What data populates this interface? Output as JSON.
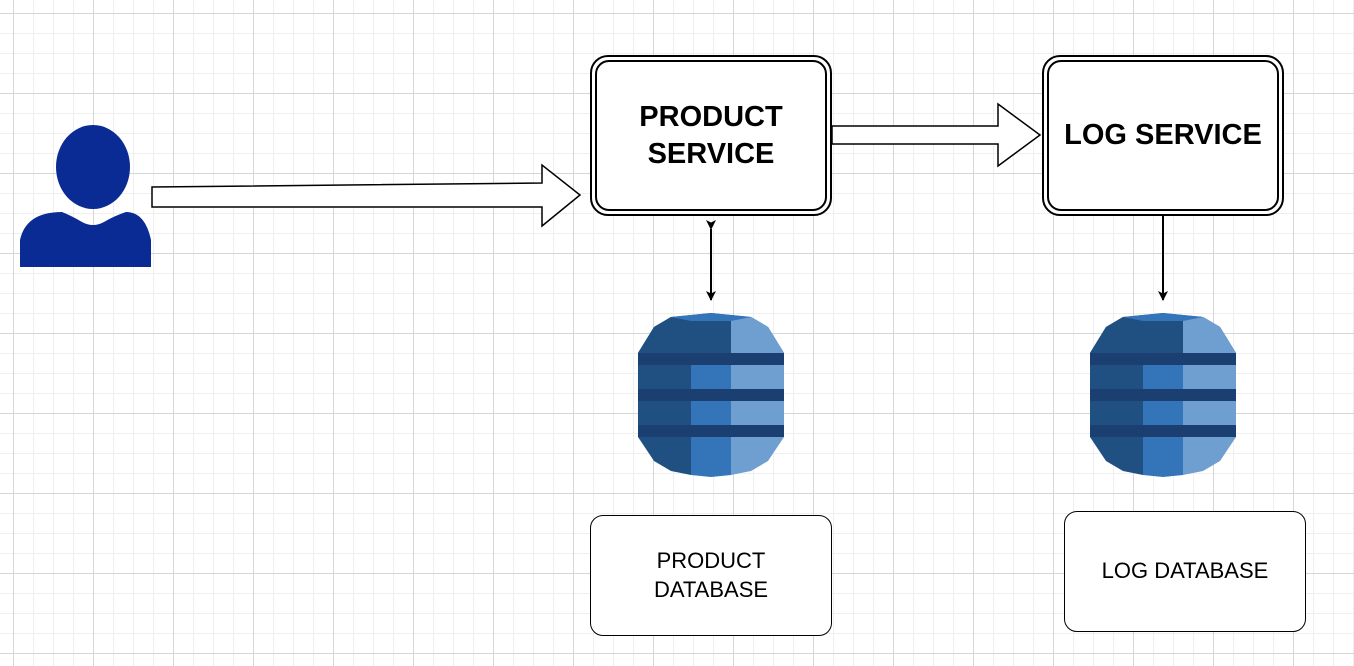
{
  "nodes": {
    "product_service": "PRODUCT\nSERVICE",
    "log_service": "LOG SERVICE",
    "product_database": "PRODUCT\nDATABASE",
    "log_database": "LOG DATABASE"
  },
  "colors": {
    "user_icon": "#0a2a94",
    "db_dark": "#205081",
    "db_mid": "#3474b8",
    "db_light": "#6f9ed1",
    "db_band": "#1b3f70",
    "grid_major": "#d6d6d6",
    "grid_minor": "#efefef"
  },
  "icons": {
    "user": "user-icon",
    "database": "dynamodb-database-icon"
  }
}
